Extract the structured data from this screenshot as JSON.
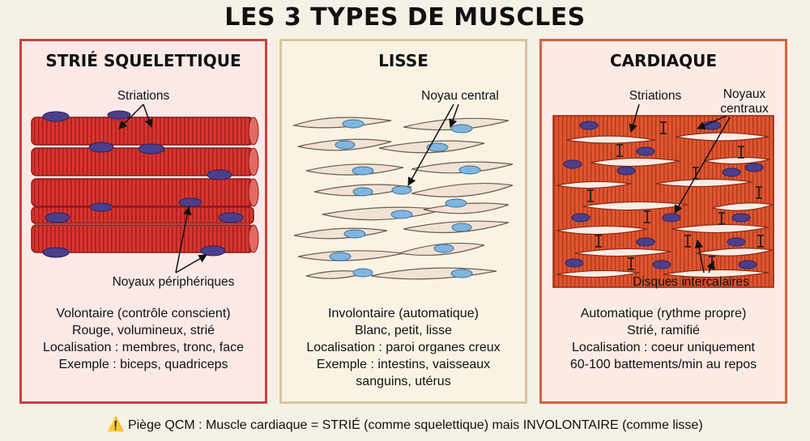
{
  "title": "LES 3 TYPES DE MUSCLES",
  "panels": [
    {
      "title": "STRIÉ SQUELETTIQUE",
      "labels": {
        "top": "Striations",
        "bottom": "Noyaux périphériques"
      },
      "lines": [
        "Volontaire (contrôle conscient)",
        "Rouge, volumineux, strié",
        "Localisation : membres, tronc, face",
        "Exemple : biceps, quadriceps"
      ]
    },
    {
      "title": "LISSE",
      "labels": {
        "top": "Noyau central"
      },
      "lines": [
        "Involontaire (automatique)",
        "Blanc, petit, lisse",
        "Localisation : paroi organes creux",
        "Exemple : intestins, vaisseaux",
        "sanguins, utérus"
      ]
    },
    {
      "title": "CARDIAQUE",
      "labels": {
        "top": "Striations",
        "top2a": "Noyaux",
        "top2b": "centraux",
        "bottom": "Disques intercalaires"
      },
      "lines": [
        "Automatique (rythme propre)",
        "Strié, ramifié",
        "Localisation : coeur uniquement",
        "60-100 battements/min au repos"
      ]
    }
  ],
  "footer": {
    "icon": "⚠️",
    "text": "Piège QCM : Muscle cardiaque = STRIÉ (comme squelettique) mais INVOLONTAIRE (comme lisse)"
  },
  "colors": {
    "skeletal": "#d8352e",
    "smooth_cell": "#f1e3d3",
    "smooth_nucleus": "#7fb6e0",
    "cardiac": "#e0552f",
    "nucleus": "#4b3f8c"
  }
}
